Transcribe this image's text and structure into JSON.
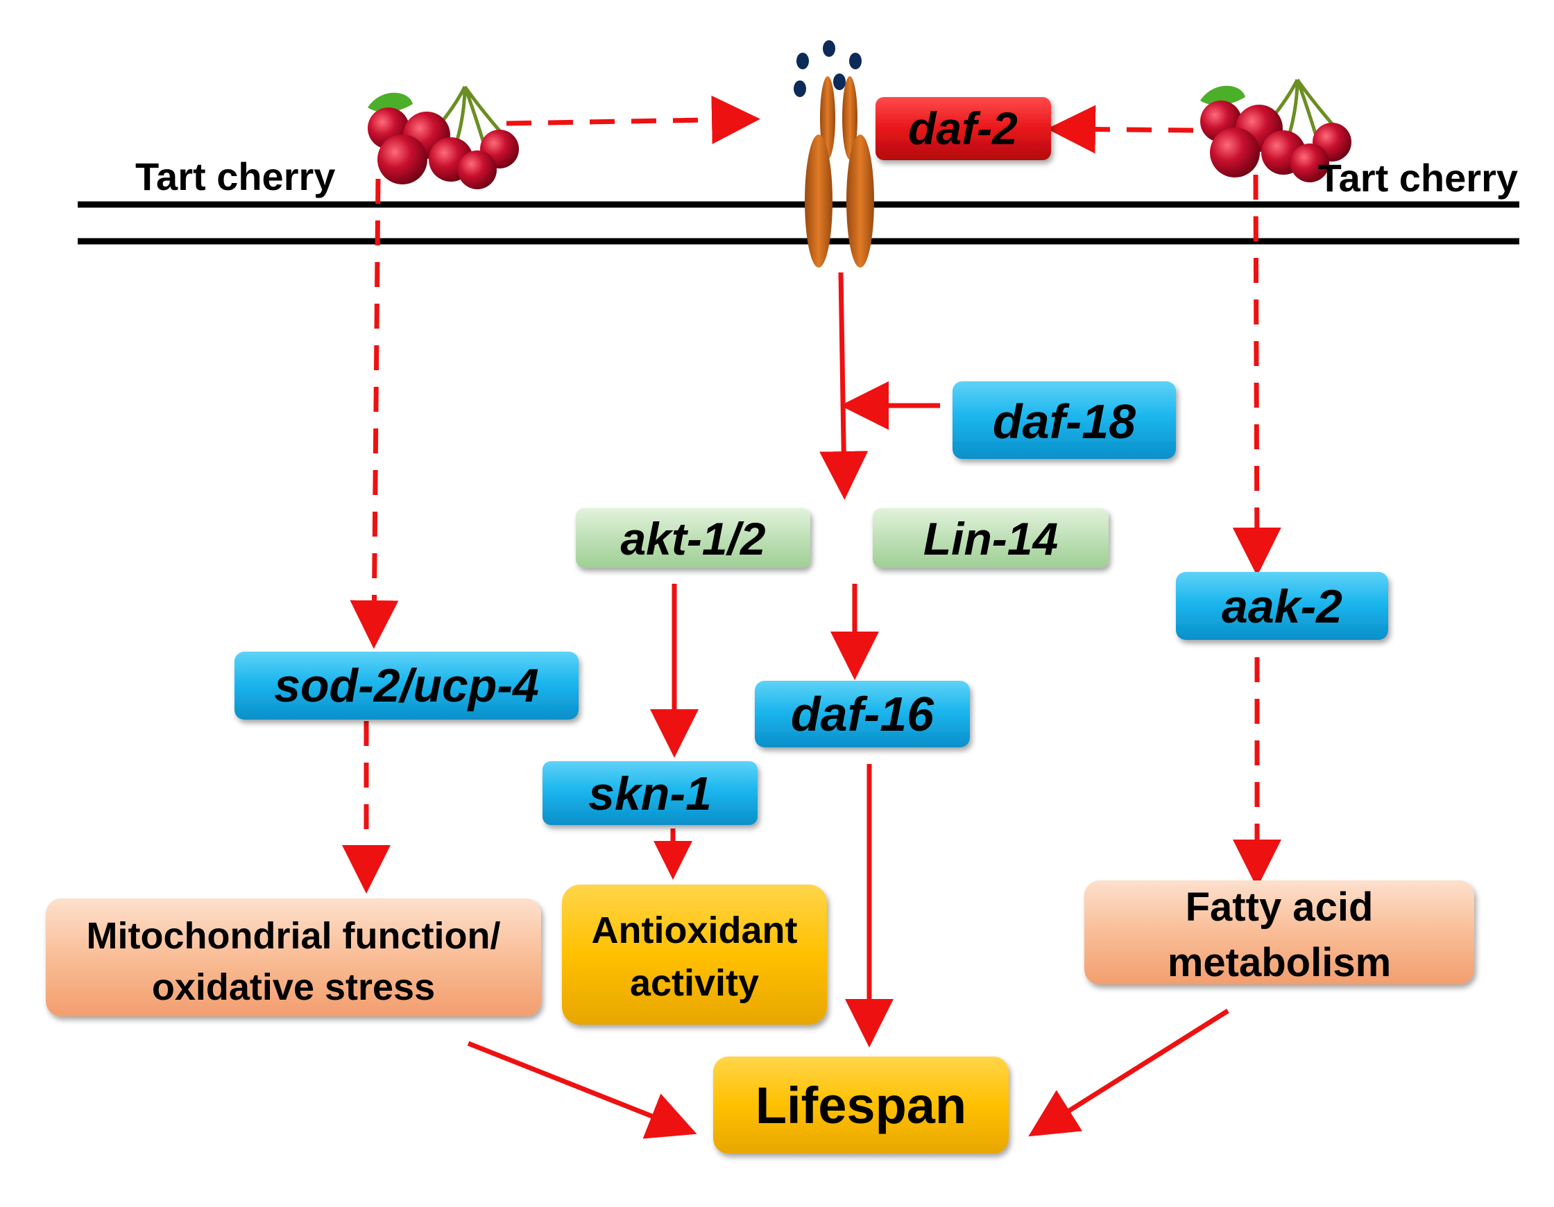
{
  "left_source": {
    "label": "Tart cherry"
  },
  "right_source": {
    "label": "Tart cherry"
  },
  "nodes": {
    "daf2": "daf-2",
    "daf18": "daf-18",
    "akt": "akt-1/2",
    "lin14": "Lin-14",
    "aak2": "aak-2",
    "sod2": "sod-2/ucp-4",
    "daf16": "daf-16",
    "skn1": "skn-1",
    "mito_line1": "Mitochondrial function/",
    "mito_line2": "oxidative stress",
    "antiox_line1": "Antioxidant",
    "antiox_line2": "activity",
    "fatty_line1": "Fatty acid",
    "fatty_line2": "metabolism",
    "lifespan": "Lifespan"
  },
  "colors": {
    "arrow": "#ee1111",
    "blue_box": "#19b7ee",
    "green_box": "#b5dcae",
    "red_box": "#e8161a",
    "salmon_box": "#f8b990",
    "gold_box": "#ffc000",
    "receptor": "#c86418",
    "ligand": "#0d2b58",
    "membrane": "#000000"
  },
  "icons": {
    "cherry_left": "cherry-icon",
    "cherry_right": "cherry-icon"
  }
}
